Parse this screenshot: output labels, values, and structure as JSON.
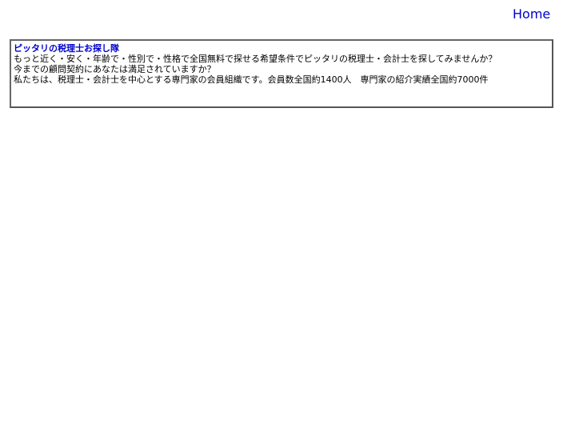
{
  "header": {
    "home_label": "Home",
    "link_color": "#0000cc"
  },
  "info_box": {
    "title": "ピッタリの税理士お探し隊",
    "lines": [
      "もっと近く・安く・年齢で・性別で・性格で全国無料で探せる希望条件でピッタリの税理士・会計士を探してみませんか？",
      "今までの顧問契約にあなたは満足されていますか？",
      "私たちは、税理士・会計士を中心とする専門家の会員組織です。会員数全国約1400人　専門家の紹介実績全国約7000件"
    ],
    "border_color": "#666666"
  }
}
